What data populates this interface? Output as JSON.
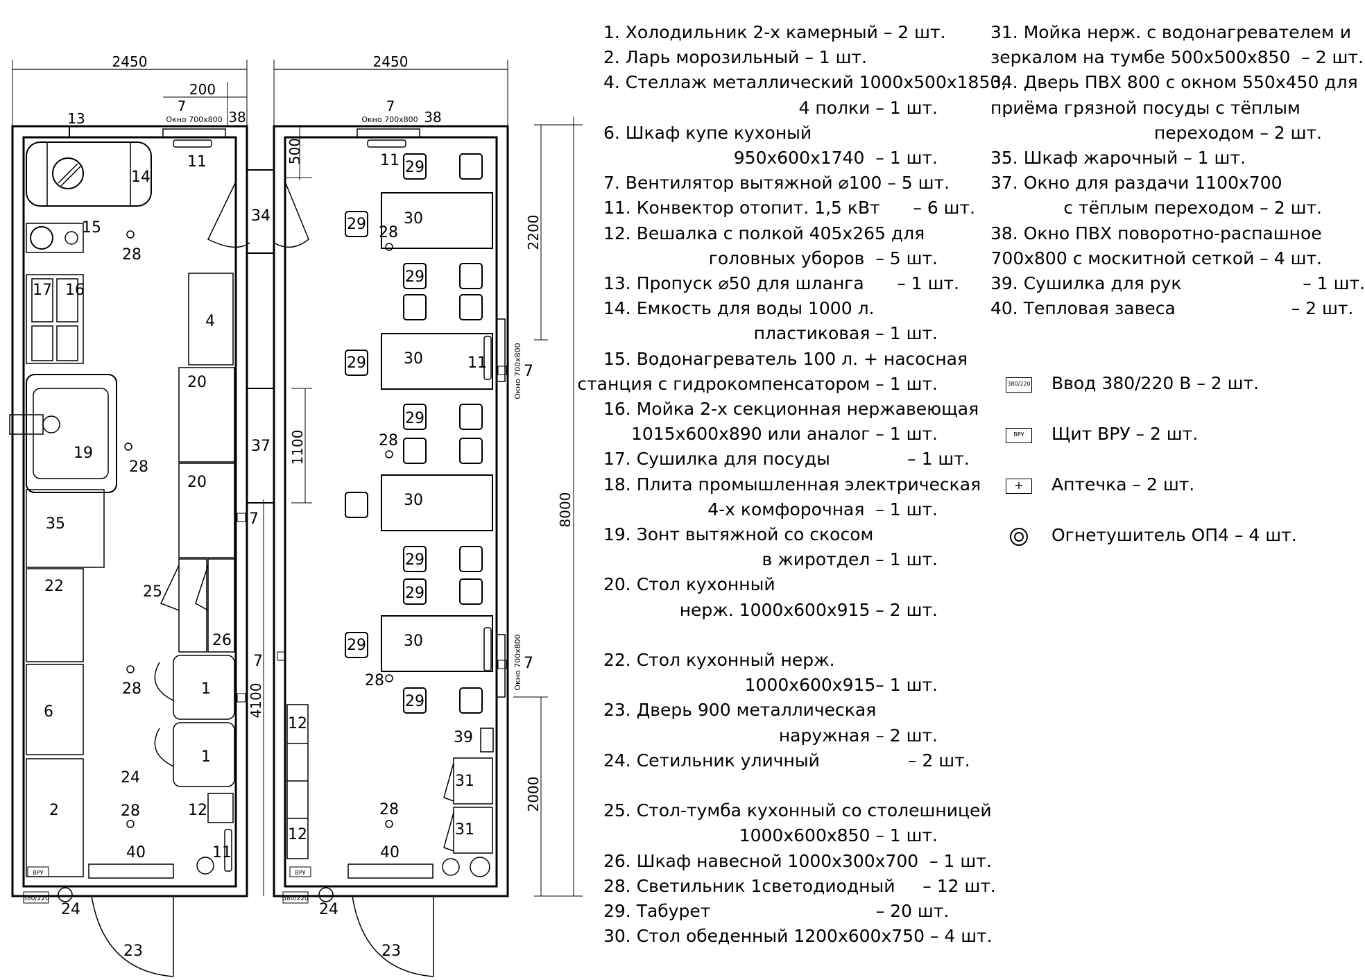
{
  "plan": {
    "dims": {
      "width_left": "2450",
      "width_right": "2450",
      "d200": "200",
      "d13": "13",
      "d7_top_left": "7",
      "d38_left": "38",
      "d7_top_right": "7",
      "d38_right": "38",
      "window_top_left": "Окно 700х800",
      "window_top_right": "Окно 700х800",
      "d500": "500",
      "d2200": "2200",
      "d1100": "1100",
      "d8000": "8000",
      "d4100": "4100",
      "d2000": "2000",
      "window_side_1": "Окно 700х800",
      "window_side_2": "Окно 700х800",
      "label_380_left": "380/220",
      "label_380_right": "380/220",
      "label_vru_left": "ВРУ",
      "label_vru_right": "ВРУ"
    },
    "left_labels": {
      "n11": "11",
      "n14": "14",
      "n15": "15",
      "n28a": "28",
      "n17": "17",
      "n16": "16",
      "n4": "4",
      "n20a": "20",
      "n19": "19",
      "n28b": "28",
      "n20b": "20",
      "n35": "35",
      "n22": "22",
      "n25": "25",
      "n26": "26",
      "n6": "6",
      "n28c": "28",
      "n1a": "1",
      "n1b": "1",
      "n24": "24",
      "n2": "2",
      "n28d": "28",
      "n12": "12",
      "n40": "40",
      "n11b": "11",
      "n24b": "24",
      "n23": "23",
      "n7a": "7",
      "n7b": "7",
      "n34": "34",
      "n37": "37"
    },
    "right_labels": {
      "n11": "11",
      "n29a": "29",
      "n29b": "29",
      "n28a": "28",
      "n30a": "30",
      "n29c": "29",
      "n29d": "29",
      "n30b": "30",
      "n11b": "11",
      "n7a": "7",
      "n29e": "29",
      "n28b": "28",
      "n30c": "30",
      "n29f": "29",
      "n29g": "29",
      "n29h": "29",
      "n30d": "30",
      "n28c": "28",
      "n29i": "29",
      "n7b": "7",
      "n12a": "12",
      "n12b": "12",
      "n39": "39",
      "n31a": "31",
      "n31b": "31",
      "n28d": "28",
      "n40": "40",
      "n24": "24",
      "n23": "23"
    }
  },
  "legend_col1": [
    {
      "text": "1. Холодильник 2-х камерный – 2 шт."
    },
    {
      "text": "2. Ларь морозильный – 1 шт."
    },
    {
      "text": "4. Стеллаж металлический 1000х500х1850,"
    },
    {
      "text": "4 полки – 1 шт.",
      "right": true
    },
    {
      "text": "6. Шкаф купе кухоный"
    },
    {
      "text": "950х600х1740  – 1 шт.",
      "right": true
    },
    {
      "text": "7. Вентилятор вытяжной ⌀100 – 5 шт."
    },
    {
      "text": "11. Конвектор отопит. 1,5 кВт      – 6 шт."
    },
    {
      "text": "12. Вешалка с полкой 405х265 для"
    },
    {
      "text": "головных уборов  – 5 шт.",
      "right": true
    },
    {
      "text": "13. Пропуск ⌀50 для шланга      – 1 шт."
    },
    {
      "text": "14. Емкость для воды 1000 л."
    },
    {
      "text": "пластиковая – 1 шт.",
      "right": true
    },
    {
      "text": "15. Водонагреватель 100 л. + насосная"
    },
    {
      "text": "станция с гидрокомпенсатором – 1 шт.",
      "right": true
    },
    {
      "text": "16. Мойка 2-х секционная нержавеющая"
    },
    {
      "text": "1015х600х890 или аналог – 1 шт.",
      "right": true
    },
    {
      "text": "17. Сушилка для посуды              – 1 шт."
    },
    {
      "text": "18. Плита промышленная электрическая"
    },
    {
      "text": "4-х комфорочная  – 1 шт.",
      "right": true
    },
    {
      "text": "19. Зонт вытяжной со скосом"
    },
    {
      "text": "в жиротдел – 1 шт.",
      "right": true
    },
    {
      "text": "20. Стол кухонный"
    },
    {
      "text": "нерж. 1000х600х915 – 2 шт.",
      "right": true
    },
    {
      "text": ""
    },
    {
      "text": "22. Стол кухонный нерж."
    },
    {
      "text": "1000х600х915– 1 шт.",
      "right": true
    },
    {
      "text": "23. Дверь 900 металлическая"
    },
    {
      "text": "наружная – 2 шт.",
      "right": true
    },
    {
      "text": "24. Сетильник уличный                – 2 шт."
    },
    {
      "text": ""
    },
    {
      "text": "25. Стол-тумба кухонный со столешницей"
    },
    {
      "text": "1000х600х850 – 1 шт.",
      "right": true
    },
    {
      "text": "26. Шкаф навесной 1000х300х700  – 1 шт."
    },
    {
      "text": "28. Светильник 1светодиодный     – 12 шт."
    },
    {
      "text": "29. Табурет                              – 20 шт."
    },
    {
      "text": "30. Стол обеденный 1200х600х750 – 4 шт."
    }
  ],
  "legend_col2": [
    {
      "text": "31. Мойка нерж. с водонагревателем и"
    },
    {
      "text": "зеркалом на тумбе 500х500х850  – 2 шт."
    },
    {
      "text": "34. Дверь ПВХ 800 с окном 550х450 для"
    },
    {
      "text": "приёма грязной посуды с тёплым"
    },
    {
      "text": "переходом – 2 шт.",
      "right": true
    },
    {
      "text": "35. Шкаф жарочный – 1 шт."
    },
    {
      "text": "37. Окно для раздачи 1100х700"
    },
    {
      "text": "с тёплым переходом – 2 шт.",
      "right": true
    },
    {
      "text": "38. Окно ПВХ поворотно-распашное"
    },
    {
      "text": "700х800 с москитной сеткой – 4 шт.",
      "right": true
    },
    {
      "text": "39. Сушилка для рук                      – 1 шт."
    },
    {
      "text": "40. Тепловая завеса                     – 2 шт."
    }
  ],
  "symbols": [
    {
      "icon": "power-input-icon",
      "icon_text": "380/220",
      "text": "Ввод 380/220 В – 2 шт."
    },
    {
      "icon": "panel-vru-icon",
      "icon_text": "ВРУ",
      "text": "Щит ВРУ – 2 шт."
    },
    {
      "icon": "first-aid-kit-icon",
      "icon_text": "",
      "text": "Аптечка – 2 шт."
    },
    {
      "icon": "fire-extinguisher-icon",
      "icon_text": "",
      "text": "Огнетушитель ОП4 – 4 шт."
    }
  ]
}
